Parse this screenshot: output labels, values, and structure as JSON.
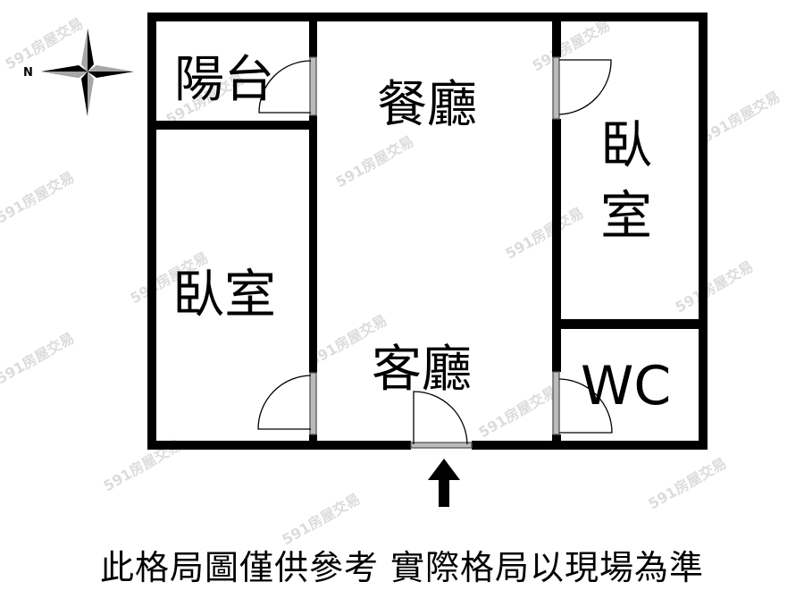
{
  "compass": {
    "label": "N",
    "icon": "compass-rose-icon"
  },
  "rooms": {
    "balcony": "陽台",
    "dining": "餐廳",
    "bedroom_right": "臥室",
    "bedroom_left": "臥室",
    "living": "客廳",
    "wc": "WC"
  },
  "bedroom_right_chars": [
    "臥",
    "室"
  ],
  "entrance": {
    "icon": "entrance-arrow-icon"
  },
  "watermark": "591房屋交易",
  "disclaimer": "此格局圖僅供參考 實際格局以現場為準",
  "colors": {
    "wall": "#000000",
    "background": "#ffffff",
    "watermark": "#dcdcdc",
    "compass_dark": "#000000",
    "compass_light": "#a6a6a6"
  }
}
